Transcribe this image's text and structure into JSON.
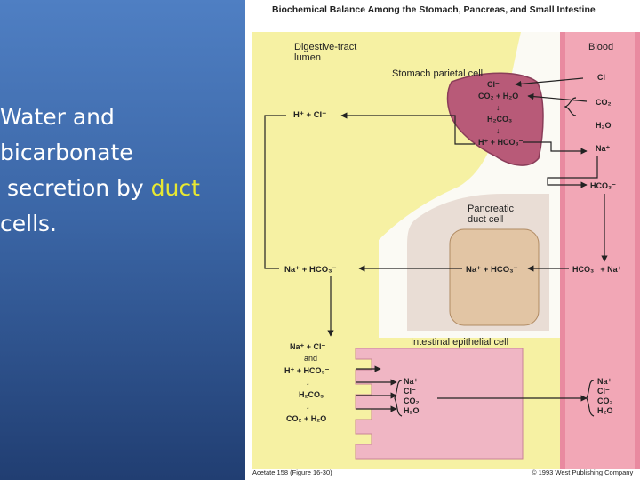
{
  "slide": {
    "line1": "Water and",
    "line2": "bicarbonate",
    "line3a": " secretion by ",
    "line3b": "duct",
    "line4": "cells.",
    "accent_color": "#e7e832"
  },
  "figure": {
    "title": "Biochemical Balance Among the Stomach, Pancreas, and Small Intestine",
    "lumen_label_1": "Digestive-tract",
    "lumen_label_2": "lumen",
    "blood_label": "Blood",
    "stomach_cell_label": "Stomach parietal cell",
    "stomach": {
      "cl": "Cl⁻",
      "co2_h2o": "CO₂ + H₂O",
      "down1": "↓",
      "h2co3": "H₂CO₃",
      "down2": "↓",
      "h_hco3": "H⁺ + HCO₃⁻"
    },
    "lumen_h_cl": "H⁺ + Cl⁻",
    "blood": {
      "cl": "Cl⁻",
      "co2": "CO₂",
      "h2o": "H₂O",
      "na": "Na⁺",
      "hco3": "HCO₃⁻",
      "hco3_na": "HCO₃⁻ + Na⁺",
      "bottom": [
        "Na⁺",
        "Cl⁻",
        "CO₂",
        "H₂O"
      ]
    },
    "pancreas_label_1": "Pancreatic",
    "pancreas_label_2": "duct cell",
    "pancreas_na_hco3": "Na⁺ + HCO₃⁻",
    "lumen_na_hco3": "Na⁺ + HCO₃⁻",
    "intestine_label": "Intestinal epithelial cell",
    "lumen_reaction": {
      "na_cl": "Na⁺ + Cl⁻",
      "and": "and",
      "h_hco3": "H⁺ + HCO₃⁻",
      "down1": "↓",
      "h2co3": "H₂CO₃",
      "down2": "↓",
      "co2_h2o": "CO₂ + H₂O"
    },
    "intestine_cell": [
      "Na⁺",
      "Cl⁻",
      "CO₂",
      "H₂O"
    ],
    "footer_left": "Acetate 158 (Figure 16-30)",
    "footer_right": "© 1993 West Publishing Company",
    "colors": {
      "lumen": "#f6f1a3",
      "blood": "#f2a7b6",
      "blood_stripe": "#e98aa0",
      "stomach_cell": "#b85a78",
      "pancreas_cell": "#e9ddd5",
      "pancreas_nucleus": "#e2c5a4",
      "intestine_cell": "#f0b6c4"
    }
  }
}
